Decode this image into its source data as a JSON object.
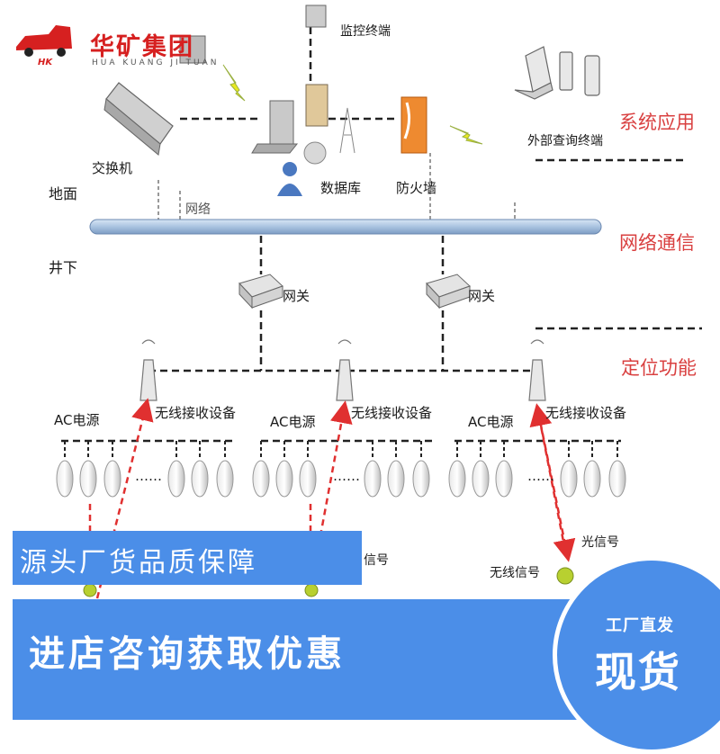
{
  "brand": {
    "name_cn": "华矿集团",
    "name_en": "HUA KUANG JI TUAN",
    "mark": "HK"
  },
  "diagram": {
    "sections": {
      "system": "系统应用",
      "network": "网络通信",
      "positioning": "定位功能"
    },
    "zones": {
      "surface": "地面",
      "underground": "井下"
    },
    "nodes": {
      "monitor_terminal": "监控终端",
      "switch": "交换机",
      "database": "数据库",
      "firewall": "防火墙",
      "external_terminal": "外部查询终端",
      "network_line": "网络",
      "gateway_1": "网关",
      "gateway_2": "网关",
      "receiver_1": "无线接收设备",
      "receiver_2": "无线接收设备",
      "receiver_3": "无线接收设备",
      "power_1": "AC电源",
      "power_2": "AC电源",
      "power_3": "AC电源",
      "wireless_signal_2": "信号",
      "optical_signal": "光信号",
      "wireless_signal_3": "无线信号",
      "dots": "……"
    }
  },
  "banner": {
    "quality": "源头厂货品质保障",
    "consult": "进店咨询获取优惠",
    "factory_direct": "工厂直发",
    "in_stock": "现货"
  },
  "colors": {
    "accent_blue": "#4b8ee8",
    "section_red": "#d94040",
    "brand_red": "#d62020",
    "signal_red": "#e03030"
  }
}
